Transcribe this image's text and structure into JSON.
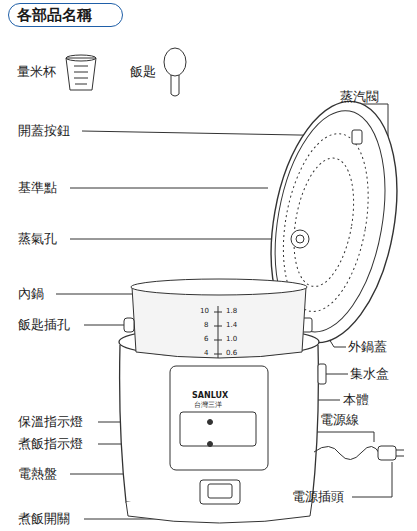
{
  "diagram": {
    "title": "各部品名稱",
    "labels": [
      "量米杯",
      "飯匙",
      "蒸汽閥",
      "開蓋按鈕",
      "基準點",
      "蒸氣孔",
      "內鍋",
      "飯匙插孔",
      "外鍋蓋",
      "集水盒",
      "本體",
      "保溫指示燈",
      "煮飯指示燈",
      "電源線",
      "電熱盤",
      "電源插頭",
      "煮飯開關",
      "SANLUX",
      "台灣三洋",
      "1.8",
      "1.4",
      "1.0",
      "0.6",
      "10",
      "8",
      "6",
      "4"
    ]
  }
}
